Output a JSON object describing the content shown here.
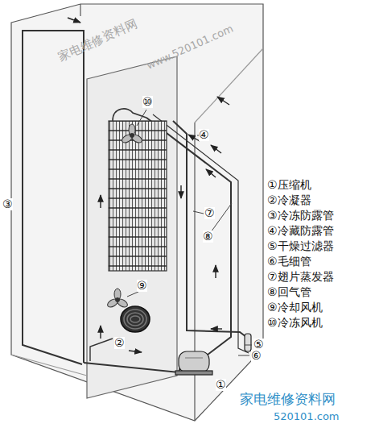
{
  "diagram": {
    "labels": [
      "⑩",
      "④",
      "③",
      "⑦",
      "⑧",
      "⑨",
      "②",
      "⑤",
      "⑥",
      "①",
      "①压缩机",
      "②冷凝器",
      "③冷冻防露管",
      "④冷藏防露管",
      "⑤干燥过滤器",
      "⑥毛细管",
      "⑦翅片蒸发器",
      "⑧回气管",
      "⑨冷却风机",
      "⑩冷冻风机",
      "家电维修资料网",
      "www.520101.com",
      "家电维修资料网",
      "520101.com"
    ]
  }
}
